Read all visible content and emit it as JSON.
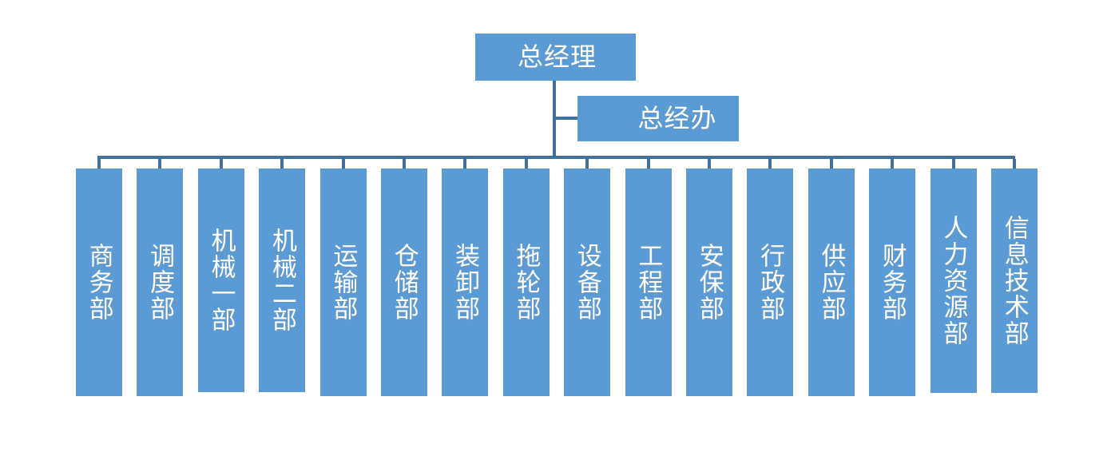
{
  "diagram": {
    "type": "organizational-chart",
    "title_visible": false,
    "colors": {
      "node_fill": "#5B9BD5",
      "node_text": "#FFFFFF",
      "connector": "#41719C",
      "background": "#FFFFFF"
    },
    "root": {
      "label": "总经理",
      "orientation": "horizontal"
    },
    "staff": {
      "label": "总经办",
      "orientation": "horizontal"
    },
    "departments": [
      {
        "label": "商务部",
        "chars": 3
      },
      {
        "label": "调度部",
        "chars": 3
      },
      {
        "label": "机械一部",
        "chars": 4
      },
      {
        "label": "机械二部",
        "chars": 4
      },
      {
        "label": "运输部",
        "chars": 3
      },
      {
        "label": "仓储部",
        "chars": 3
      },
      {
        "label": "装卸部",
        "chars": 3
      },
      {
        "label": "拖轮部",
        "chars": 3
      },
      {
        "label": "设备部",
        "chars": 3
      },
      {
        "label": "工程部",
        "chars": 3
      },
      {
        "label": "安保部",
        "chars": 3
      },
      {
        "label": "行政部",
        "chars": 3
      },
      {
        "label": "供应部",
        "chars": 3
      },
      {
        "label": "财务部",
        "chars": 3
      },
      {
        "label": "人力资源部",
        "chars": 5
      },
      {
        "label": "信息技术部",
        "chars": 5
      }
    ]
  }
}
